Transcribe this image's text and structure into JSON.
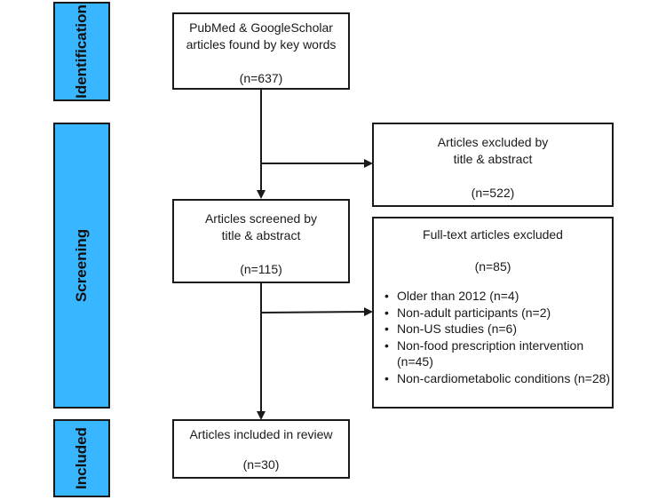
{
  "stages": {
    "identification": "Identification",
    "screening": "Screening",
    "included": "Included"
  },
  "boxes": {
    "found": {
      "line1": "PubMed & GoogleScholar",
      "line2": "articles found by key words",
      "count": "(n=637)"
    },
    "excluded_title": {
      "line1": "Articles excluded by",
      "line2": "title & abstract",
      "count": "(n=522)"
    },
    "screened": {
      "line1": "Articles screened by",
      "line2": "title & abstract",
      "count": "(n=115)"
    },
    "fulltext_excluded": {
      "title": "Full-text articles excluded",
      "count": "(n=85)",
      "reasons": [
        "Older than 2012 (n=4)",
        "Non-adult participants (n=2)",
        "Non-US studies (n=6)",
        "Non-food prescription intervention (n=45)",
        "Non-cardiometabolic conditions (n=28)"
      ]
    },
    "included": {
      "line1": "Articles included in review",
      "count": "(n=30)"
    }
  },
  "colors": {
    "stage_fill": "#38b6ff",
    "line": "#1a1a1a"
  }
}
